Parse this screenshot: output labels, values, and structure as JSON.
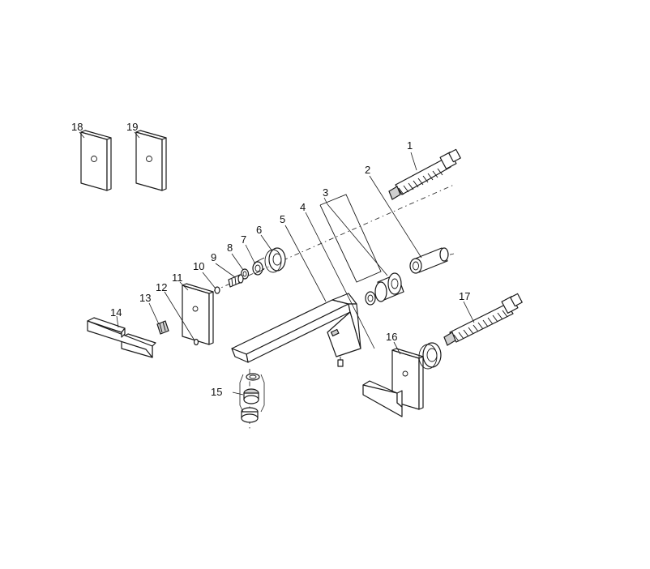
{
  "callouts": [
    {
      "id": "18",
      "label": "18"
    },
    {
      "id": "19",
      "label": "19"
    },
    {
      "id": "1",
      "label": "1"
    },
    {
      "id": "2",
      "label": "2"
    },
    {
      "id": "3",
      "label": "3"
    },
    {
      "id": "4",
      "label": "4"
    },
    {
      "id": "5",
      "label": "5"
    },
    {
      "id": "6",
      "label": "6"
    },
    {
      "id": "7",
      "label": "7"
    },
    {
      "id": "8",
      "label": "8"
    },
    {
      "id": "9",
      "label": "9"
    },
    {
      "id": "10",
      "label": "10"
    },
    {
      "id": "11",
      "label": "11"
    },
    {
      "id": "12",
      "label": "12"
    },
    {
      "id": "13",
      "label": "13"
    },
    {
      "id": "14",
      "label": "14"
    },
    {
      "id": "15",
      "label": "15"
    },
    {
      "id": "16",
      "label": "16"
    },
    {
      "id": "17",
      "label": "17"
    }
  ],
  "colors": {
    "line": "#1a1a1a",
    "background": "#ffffff"
  }
}
